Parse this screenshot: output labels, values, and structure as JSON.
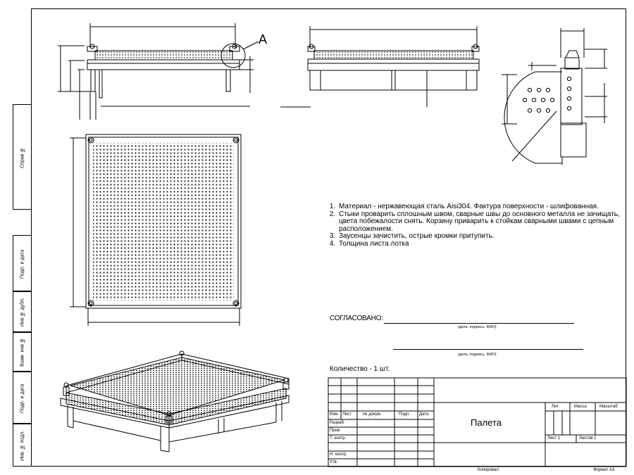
{
  "callout_label": "А",
  "notes": [
    "Материал - нержавеющая сталь Aisi304. Фактура поверхности - шлифованная.",
    "Стыки проварить сплошным швом, сварные швы до основного металла не зачищать, цвета побежалости снять. Корзину приварить к стойкам сварными швами с цепным расположением.",
    "Заусенцы зачистить, острые кромки притупить.",
    "Толщина листа лотка"
  ],
  "approval": {
    "label": "СОГЛАСОВАНО:",
    "caption1": "(дата, подпись, ФИО)",
    "caption2": "(дата, подпись, ФИО)"
  },
  "quantity": "Количество - 1 шт.",
  "side_strip": [
    "Справ №",
    "Подп. и дата",
    "Инв № дубл.",
    "Взам. инв №",
    "Подп. и дата",
    "Инв. № подл."
  ],
  "title_block": {
    "col_headers": [
      "Изм.",
      "Лист",
      "№ докум.",
      "Подп.",
      "Дата"
    ],
    "rows": [
      "Разраб.",
      "Пров.",
      "Т. контр.",
      "Н. контр.",
      "Утв."
    ],
    "title": "Палета",
    "lit": "Лит.",
    "mass": "Масса",
    "scale": "Масштаб",
    "sheet": "Лист 1",
    "sheets": "Листов 1",
    "copied": "Копировал",
    "format": "Формат А3"
  }
}
